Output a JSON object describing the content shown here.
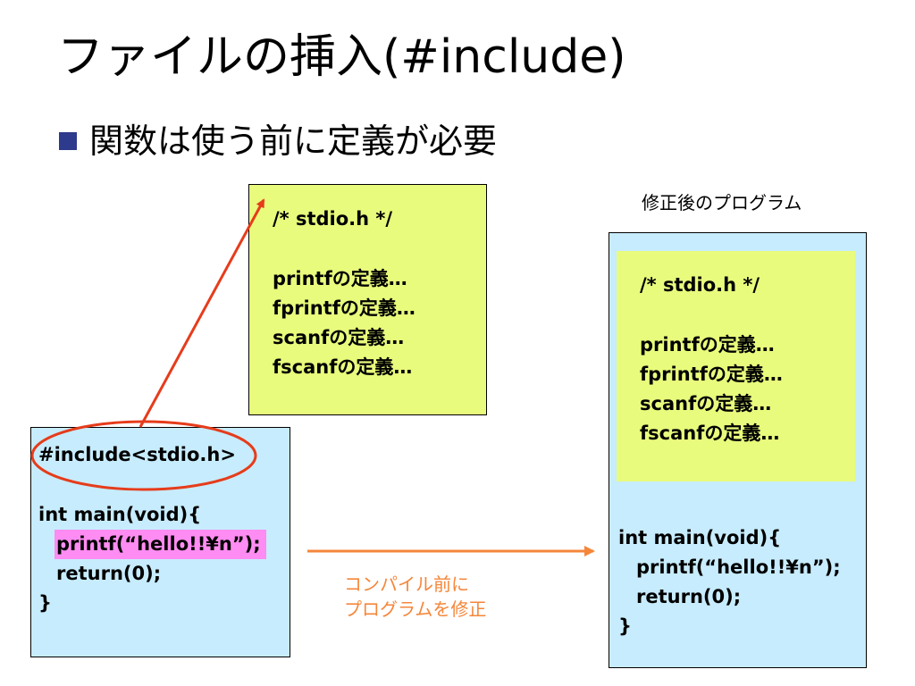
{
  "title": "ファイルの挿入(#include)",
  "bullet": "関数は使う前に定義が必要",
  "colors": {
    "yellow": "#e9fb7c",
    "blue": "#c7ecfd",
    "pink": "#ff8cf2",
    "red_ellipse": "#e63c1b",
    "orange_arrow": "#f5863a",
    "orange_text": "#f5863a",
    "bullet_square": "#2e3a8c"
  },
  "header_file": {
    "lines": [
      "/* stdio.h */",
      "",
      "printfの定義…",
      "fprintfの定義…",
      "scanfの定義…",
      "fscanfの定義…"
    ]
  },
  "source_code": {
    "include_line": "#include<stdio.h>",
    "main_line": "int main(void){",
    "printf_line": "printf(“hello!!¥n”);",
    "return_line": "return(0);",
    "close_line": "}"
  },
  "compile_note": {
    "line1": "コンパイル前に",
    "line2": "プログラムを修正"
  },
  "result": {
    "caption": "修正後のプログラム",
    "header_lines": [
      "/* stdio.h */",
      "",
      "printfの定義…",
      "fprintfの定義…",
      "scanfの定義…",
      "fscanfの定義…"
    ],
    "main_line": "int main(void){",
    "printf_line": "printf(“hello!!¥n”);",
    "return_line": "return(0);",
    "close_line": "}"
  }
}
